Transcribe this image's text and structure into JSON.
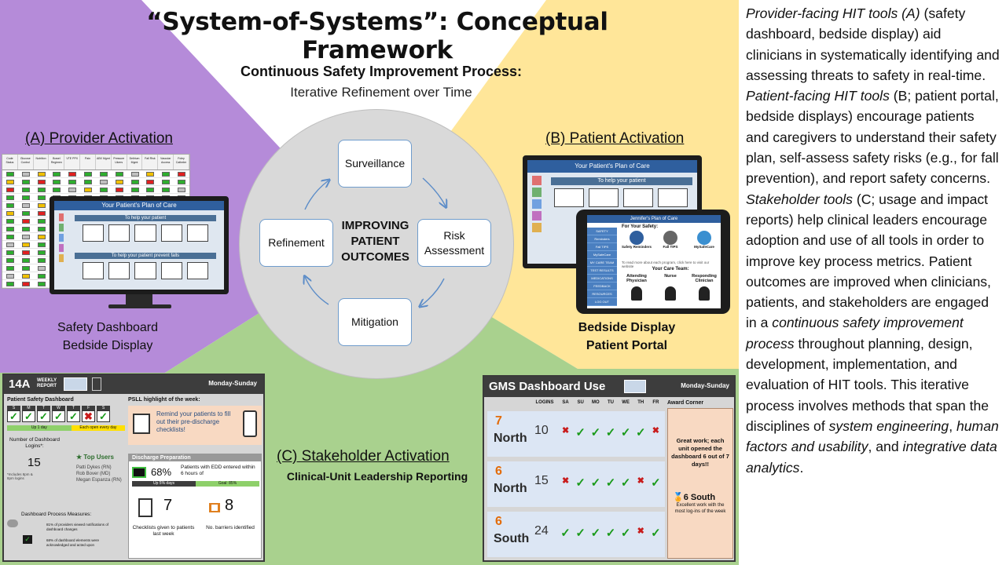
{
  "title": "“System-of-Systems”: Conceptual Framework",
  "process": {
    "title": "Continuous Safety Improvement Process:",
    "subtitle": "Iterative Refinement over Time",
    "nodes": {
      "surveillance": "Surveillance",
      "risk_assessment": "Risk Assessment",
      "mitigation": "Mitigation",
      "refinement": "Refinement"
    },
    "center": "IMPROVING PATIENT OUTCOMES"
  },
  "sections": {
    "provider": {
      "title": "(A) Provider Activation",
      "caption1": "Safety Dashboard",
      "caption2": "Bedside Display",
      "screen_title": "Your Patient's Plan of Care",
      "screen_sub1": "To help your patient",
      "screen_sub2": "To help your patient prevent falls",
      "grid_headers": [
        "Code Status",
        "Glucose Control",
        "Nutrition",
        "Bowel Regimen",
        "VTE PPX",
        "Pain",
        "ABX Mgmt",
        "Pressure Ulcers",
        "Delirium Mgmt",
        "Fall Risk",
        "Vascular Access",
        "Foley Catheter"
      ]
    },
    "patient": {
      "title": "(B) Patient Activation",
      "caption1": "Bedside Display",
      "caption2": "Patient Portal",
      "monitor_title": "Your Patient's Plan of Care",
      "monitor_sub": "To help your patient",
      "tablet_header": "Jennifer's Plan of Care",
      "tablet_safety": "For Your Safety:",
      "tablet_menu": [
        "SAFETY",
        "Reminders",
        "Fall TIPS",
        "MySafeCare",
        "MY CARE TEAM",
        "TEST RESULTS",
        "MEDICATIONS",
        "FEEDBACK",
        "RESOURCES",
        "LOG OUT"
      ],
      "tablet_icons": [
        "Safety Reminders",
        "Fall TIPS",
        "MySafeCare"
      ],
      "tablet_note": "To read more about each program, click here to visit our website",
      "tablet_team_title": "Your Care Team:",
      "tablet_team": [
        "Attending Physician",
        "Nurse",
        "Responding Clinician"
      ]
    },
    "stakeholder": {
      "title": "(C) Stakeholder Activation",
      "subtitle": "Clinical-Unit Leadership Reporting"
    }
  },
  "report_14a": {
    "unit": "14A",
    "label": "WEEKLY REPORT",
    "range": "Monday-Sunday",
    "dashboard_title": "Patient Safety Dashboard",
    "days": [
      "S",
      "M",
      "T",
      "W",
      "T",
      "F",
      "S"
    ],
    "day_status": [
      "check",
      "check",
      "check",
      "check",
      "check",
      "x",
      "check"
    ],
    "bar_left": "Up 1 day",
    "bar_right": "Each open every day",
    "logins_label": "Number of Dashboard Logins*:",
    "logins_value": "15",
    "logins_note": "*Includes 8pm & 8pm logins",
    "top_users_title": "Top Users",
    "top_users": [
      "Patti Dykes (RN)",
      "Rob Bover (MD)",
      "Megan Espanza (RN)"
    ],
    "measures_title": "Dashboard Process Measures:",
    "measure1": "81% of providers viewed notifications of dashboard changes",
    "measure2": "68% of dashboard elements were acknowledged and acted upon",
    "pslll_title": "PSLL highlight of the week:",
    "pslll_text": "Remind your patients to fill out their pre-discharge checklists!",
    "discharge_title": "Discharge Preparation",
    "discharge_pct": "68%",
    "discharge_text": "Patients with EDD entered within 6 hours of",
    "discharge_bar_left": "Up 5% days",
    "discharge_bar_right": "Goal: 85%",
    "checklists_value": "7",
    "checklists_label": "Checklists given to patients last week",
    "barriers_value": "8",
    "barriers_label": "No. barriers identified"
  },
  "gms": {
    "title": "GMS Dashboard Use",
    "range": "Monday-Sunday",
    "headers": [
      "LOGINS",
      "SA",
      "SU",
      "MO",
      "TU",
      "WE",
      "TH",
      "FR"
    ],
    "rows": [
      {
        "num": "7",
        "name": "North",
        "logins": "10",
        "marks": [
          "x",
          "check",
          "check",
          "check",
          "check",
          "check",
          "x"
        ]
      },
      {
        "num": "6",
        "name": "North",
        "logins": "15",
        "marks": [
          "x",
          "check",
          "check",
          "check",
          "check",
          "x",
          "check"
        ]
      },
      {
        "num": "6",
        "name": "South",
        "logins": "24",
        "marks": [
          "check",
          "check",
          "check",
          "check",
          "check",
          "x",
          "check"
        ]
      }
    ],
    "award_title": "Award Corner",
    "award_text": "Great work; each unit opened the dashboard 6 out of 7 days!!",
    "award_unit": "6 South",
    "award_note": "Excellent work with the most log-ins of the week"
  },
  "description": {
    "p1": "Provider-facing HIT tools (A)",
    "p2": " (safety dashboard, bedside display) aid clinicians in systematically identifying and assessing threats to safety in real-time. ",
    "p3": "Patient-facing HIT tools",
    "p4": " (B; patient portal, bedside displays) encourage patients and caregivers to understand their safety plan, self-assess safety risks (e.g., for fall prevention), and report safety concerns. ",
    "p5": "Stakeholder tools",
    "p6": " (C; usage and impact reports) help clinical leaders encourage adoption and use of all tools in order to improve key process metrics. Patient outcomes are improved when clinicians, patients, and stakeholders are engaged in a ",
    "p7": "continuous  safety improvement process",
    "p8": " throughout planning, design, development, implementation, and evaluation of HIT tools. This iterative process involves methods that span the disciplines of ",
    "p9": "system engineering",
    "p10": ", ",
    "p11": "human factors and usability",
    "p12": ", and ",
    "p13": "integrative data analytics",
    "p14": "."
  },
  "colors": {
    "purple": "#b58bd9",
    "yellow": "#ffe699",
    "green": "#a9d18e",
    "circle": "#d9d9d9",
    "node_border": "#6f9ccc",
    "orange_num": "#e36c0a"
  }
}
